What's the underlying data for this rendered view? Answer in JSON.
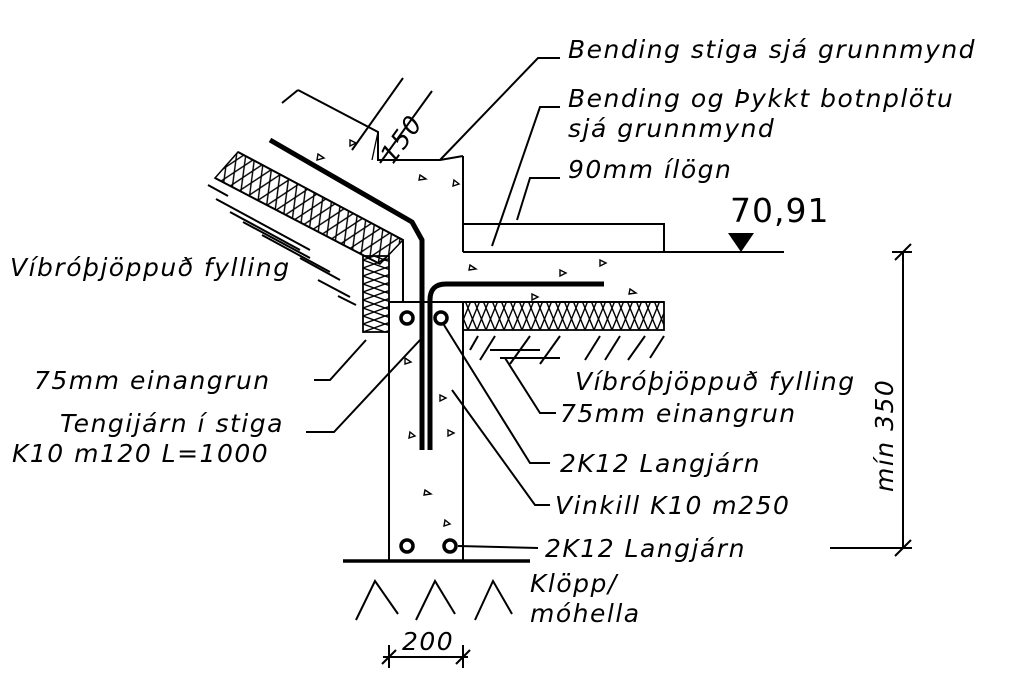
{
  "labels": {
    "bending_stiga": "Bending stiga sjá grunnmynd",
    "bending_botnplotu_1": "Bending og Þykkt botnplötu",
    "bending_botnplotu_2": "sjá grunnmynd",
    "lognn": "90mm ílögn",
    "elevation": "70,91",
    "thickness_150": "150",
    "fylling_left": "Víbróþjöppuð fylling",
    "fylling_right": "Víbróþjöppuð fylling",
    "einangrun_left": "75mm einangrun",
    "einangrun_right": "75mm einangrun",
    "tengijarn_1": "Tengijárn í stiga",
    "tengijarn_2": "K10 m120 L=1000",
    "langjarn_top": "2K12 Langjárn",
    "vinkill": "Vinkill K10 m250",
    "langjarn_bottom": "2K12 Langjárn",
    "klopp_1": "Klöpp/",
    "klopp_2": "móhella",
    "min_350": "mín 350",
    "width_200": "200"
  },
  "colors": {
    "line": "#000000",
    "background": "#ffffff"
  }
}
